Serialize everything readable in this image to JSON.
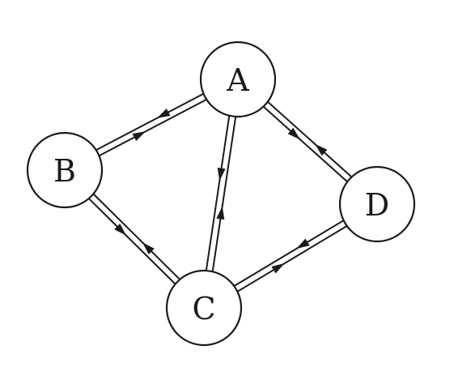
{
  "diagram": {
    "nodes": [
      {
        "id": "A",
        "label": "A"
      },
      {
        "id": "B",
        "label": "B"
      },
      {
        "id": "C",
        "label": "C"
      },
      {
        "id": "D",
        "label": "D"
      }
    ],
    "edges": [
      {
        "id": "A-B",
        "from": "A",
        "to": "B",
        "bidirectional": true
      },
      {
        "id": "A-C",
        "from": "A",
        "to": "C",
        "bidirectional": true
      },
      {
        "id": "A-D",
        "from": "A",
        "to": "D",
        "bidirectional": true
      },
      {
        "id": "B-C",
        "from": "B",
        "to": "C",
        "bidirectional": true
      },
      {
        "id": "C-D",
        "from": "C",
        "to": "D",
        "bidirectional": true
      }
    ]
  },
  "colors": {
    "stroke": "#1a1a1a",
    "background": "#ffffff"
  }
}
